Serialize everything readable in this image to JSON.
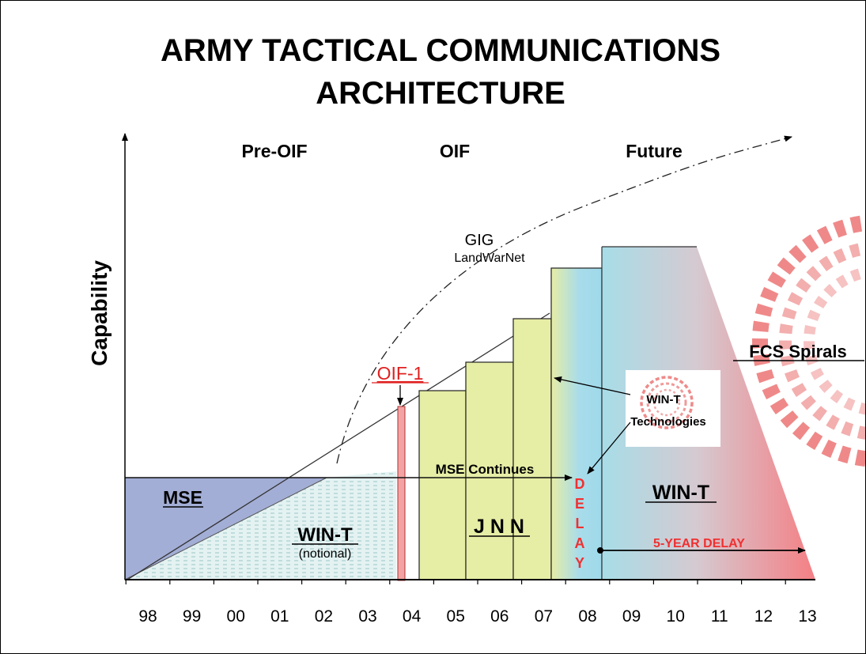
{
  "title": {
    "line1": "ARMY TACTICAL COMMUNICATIONS",
    "line2": "ARCHITECTURE"
  },
  "y_axis_label": "Capability",
  "eras": [
    "Pre-OIF",
    "OIF",
    "Future"
  ],
  "x_ticks": [
    "98",
    "99",
    "00",
    "01",
    "02",
    "03",
    "04",
    "05",
    "06",
    "07",
    "08",
    "09",
    "10",
    "11",
    "12",
    "13"
  ],
  "labels": {
    "gig": "GIG",
    "landwarnet": "LandWarNet",
    "oif1": "OIF-1",
    "mse": "MSE",
    "win_t_notional": "WIN-T",
    "notional": "(notional)",
    "mse_continues": "MSE Continues",
    "jnn": "J N N",
    "delay_letters": [
      "D",
      "E",
      "L",
      "A",
      "Y"
    ],
    "win_t_future": "WIN-T",
    "five_year_delay": "5-YEAR DELAY",
    "fcs_spirals": "FCS Spirals",
    "win_t_tech_line1": "WIN-T",
    "win_t_tech_line2": "Technologies"
  },
  "colors": {
    "mse_fill": "#a3aed6",
    "jnn_fill": "#e6eda5",
    "oif1_bar": "#f2a4a4",
    "oif1_text": "#e02020",
    "delay_text": "#f03030",
    "notional_fill": "#e2f0f0",
    "future_teal": "#a7e0ea",
    "future_red": "#f08080"
  }
}
